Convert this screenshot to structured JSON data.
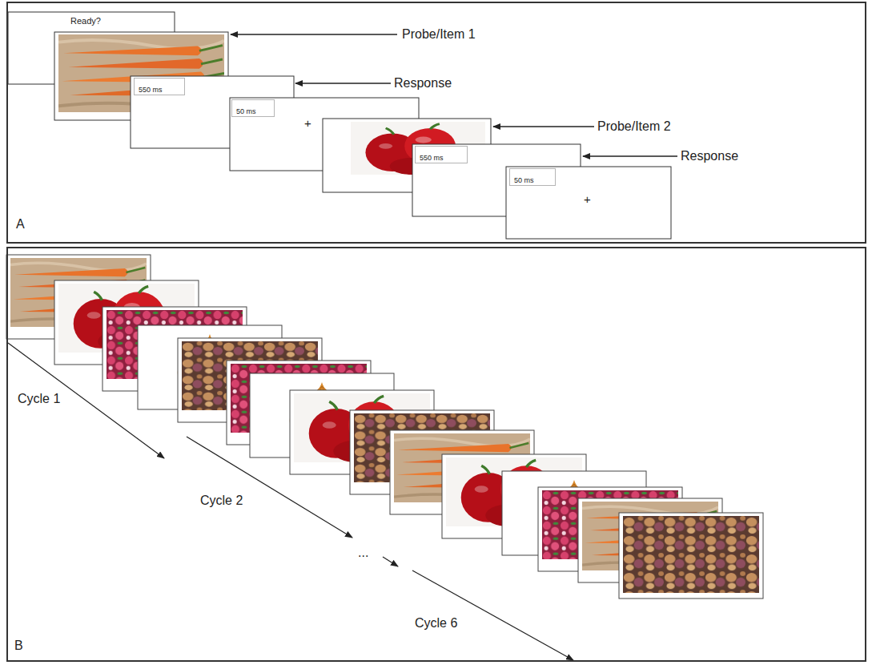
{
  "diagram": {
    "nodes": [
      {
        "text": [
          "A"
        ]
      },
      {
        "text": [
          "Ready?"
        ],
        "in": 0
      },
      {
        "text": [
          "550 ms"
        ],
        "in": 0
      },
      {
        "text": [
          "50 ms"
        ],
        "in": 0
      },
      {
        "text": [
          "550 ms"
        ],
        "in": 0
      },
      {
        "text": [
          "50 ms"
        ],
        "in": 0
      },
      {
        "text": [
          "B"
        ]
      }
    ],
    "labels": [
      "Probe/Item 1",
      "Response",
      "+",
      "Probe/Item 2",
      "Response",
      "+",
      "Cycle 1",
      "Cycle 2",
      "...",
      "Cycle 6"
    ]
  }
}
